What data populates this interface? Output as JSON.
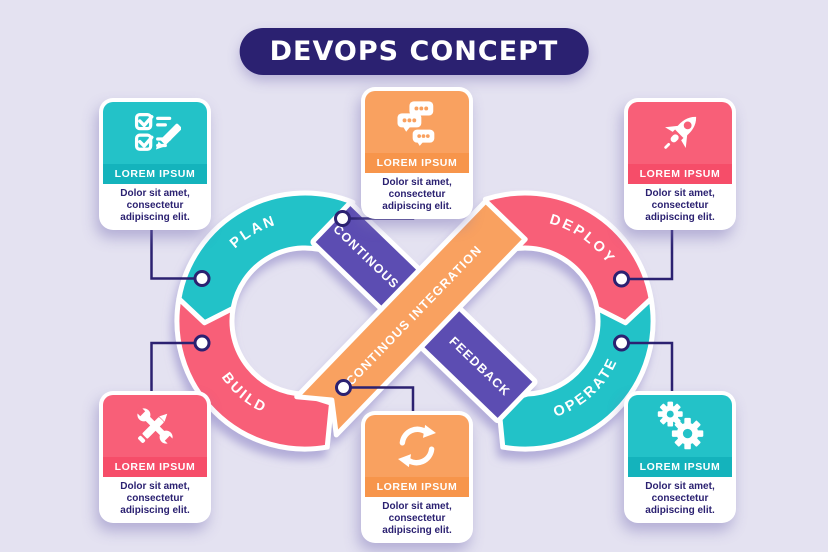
{
  "title": "DEVOPS CONCEPT",
  "colors": {
    "background": "#E4E2F1",
    "navy": "#2B2171",
    "teal": "#23C2C8",
    "teal_dark": "#14B3BC",
    "pink": "#F85F78",
    "pink_dark": "#F64D69",
    "orange": "#F9A160",
    "orange_dark": "#F7954B",
    "purple": "#5C4DB2",
    "white": "#FFFFFF"
  },
  "loop": {
    "segments": [
      {
        "label": "PLAN",
        "color": "#23C2C8"
      },
      {
        "label": "BUILD",
        "color": "#F85F78"
      },
      {
        "label": "DEPLOY",
        "color": "#F85F78"
      },
      {
        "label": "OPERATE",
        "color": "#23C2C8"
      }
    ],
    "bands": {
      "feedback_top": "CONTINOUS",
      "feedback_bottom": "FEEDBACK",
      "integration": "CONTINOUS INTEGRATION",
      "feedback_color": "#5C4DB2",
      "integration_color": "#F9A160"
    }
  },
  "cards": [
    {
      "title": "LOREM IPSUM",
      "body": "Dolor sit amet, consectetur adipiscing elit.",
      "icon": "checklist-icon"
    },
    {
      "title": "LOREM IPSUM",
      "body": "Dolor sit amet, consectetur adipiscing elit.",
      "icon": "chat-bubbles-icon"
    },
    {
      "title": "LOREM IPSUM",
      "body": "Dolor sit amet, consectetur adipiscing elit.",
      "icon": "rocket-icon"
    },
    {
      "title": "LOREM IPSUM",
      "body": "Dolor sit amet, consectetur adipiscing elit.",
      "icon": "tools-icon"
    },
    {
      "title": "LOREM IPSUM",
      "body": "Dolor sit amet, consectetur adipiscing elit.",
      "icon": "refresh-icon"
    },
    {
      "title": "LOREM IPSUM",
      "body": "Dolor sit amet, consectetur adipiscing elit.",
      "icon": "gears-icon"
    }
  ]
}
